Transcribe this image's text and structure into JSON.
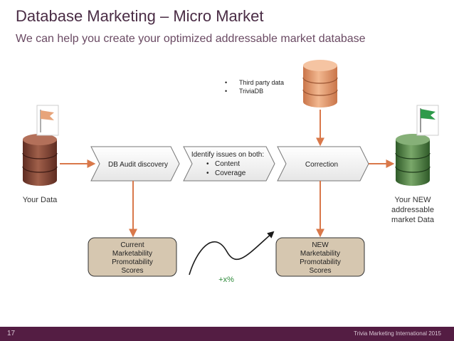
{
  "title": "Database Marketing – Micro Market",
  "subtitle": "We can help you create your optimized addressable market database",
  "third_party": {
    "bullets": [
      "Third party data",
      "TriviaDB"
    ]
  },
  "nodes": {
    "your_data": "Your Data",
    "audit": "DB Audit discovery",
    "identify": {
      "heading": "Identify issues on both:",
      "items": [
        "Content",
        "Coverage"
      ]
    },
    "correction": "Correction",
    "new_db": [
      "Your NEW",
      "addressable",
      "market Data"
    ]
  },
  "scores": {
    "current": [
      "Current",
      "Marketability",
      "Promotability",
      "Scores"
    ],
    "new": [
      "NEW",
      "Marketability",
      "Promotability",
      "Scores"
    ]
  },
  "gain_label": "+x%",
  "footer": {
    "page_number": "17",
    "credit": "Trivia Marketing International 2015"
  },
  "colors": {
    "brown_db": "#8a4a3a",
    "peach_db": "#e8a07a",
    "green_db": "#5a8a4e",
    "arrow": "#d9784a",
    "box_fill": "#d6c7b0",
    "flag_peach": "#e7a47a",
    "flag_green": "#2e9a4a",
    "gain_green": "#2e8a3a",
    "footer": "#541d43"
  }
}
